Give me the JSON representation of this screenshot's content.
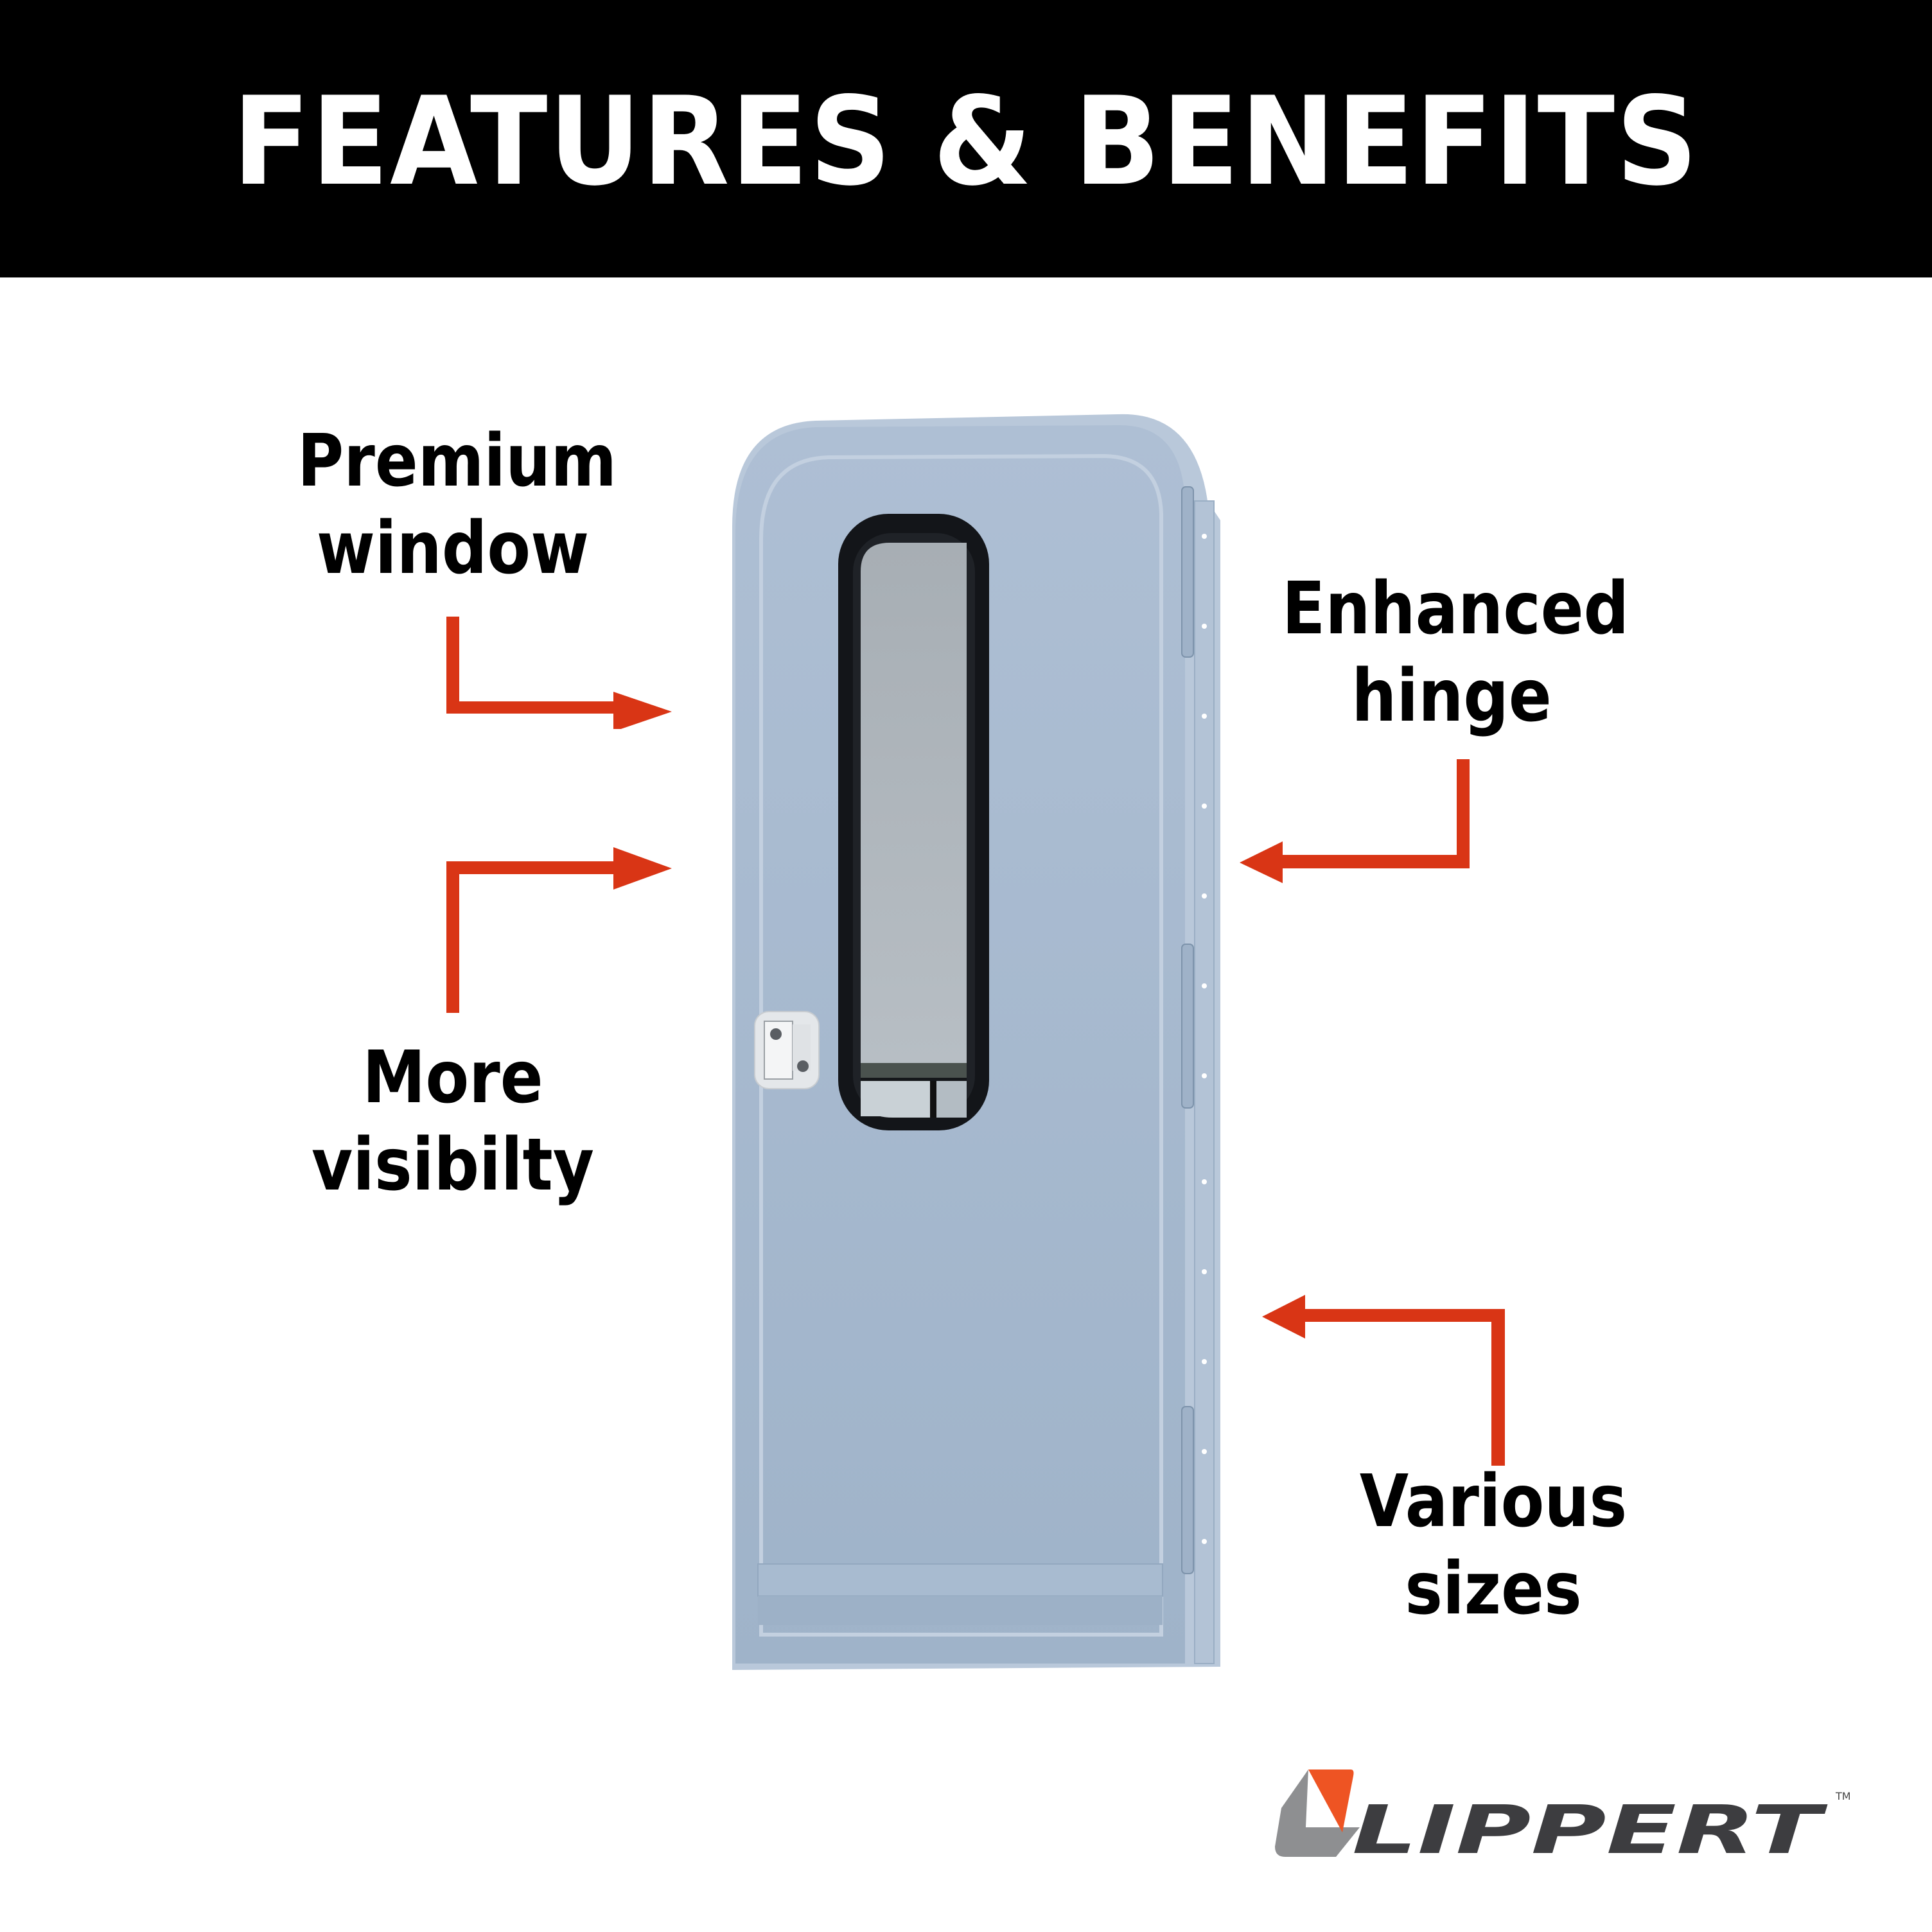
{
  "header": {
    "title": "FEATURES & BENEFITS",
    "background": "#000000",
    "text_color": "#ffffff"
  },
  "callouts": [
    {
      "id": "premium-window",
      "line1": "Premium",
      "line2": "window",
      "arrow_direction": "right"
    },
    {
      "id": "more-visibility",
      "line1": "More",
      "line2": "visibilty",
      "arrow_direction": "right"
    },
    {
      "id": "enhanced-hinge",
      "line1": "Enhanced",
      "line2": "hinge",
      "arrow_direction": "left"
    },
    {
      "id": "various-sizes",
      "line1": "Various",
      "line2": "sizes",
      "arrow_direction": "left"
    }
  ],
  "product": {
    "name": "RV entry door with window",
    "door_color": "#a6b9cf",
    "window_frame_color": "#121418"
  },
  "brand": {
    "logo_text": "LIPPERT",
    "trademark": "TM",
    "accent_color": "#ee5423",
    "gray_color": "#8e8f91",
    "text_color": "#3d3d40"
  },
  "colors": {
    "arrow": "#d93515",
    "background": "#ffffff"
  }
}
